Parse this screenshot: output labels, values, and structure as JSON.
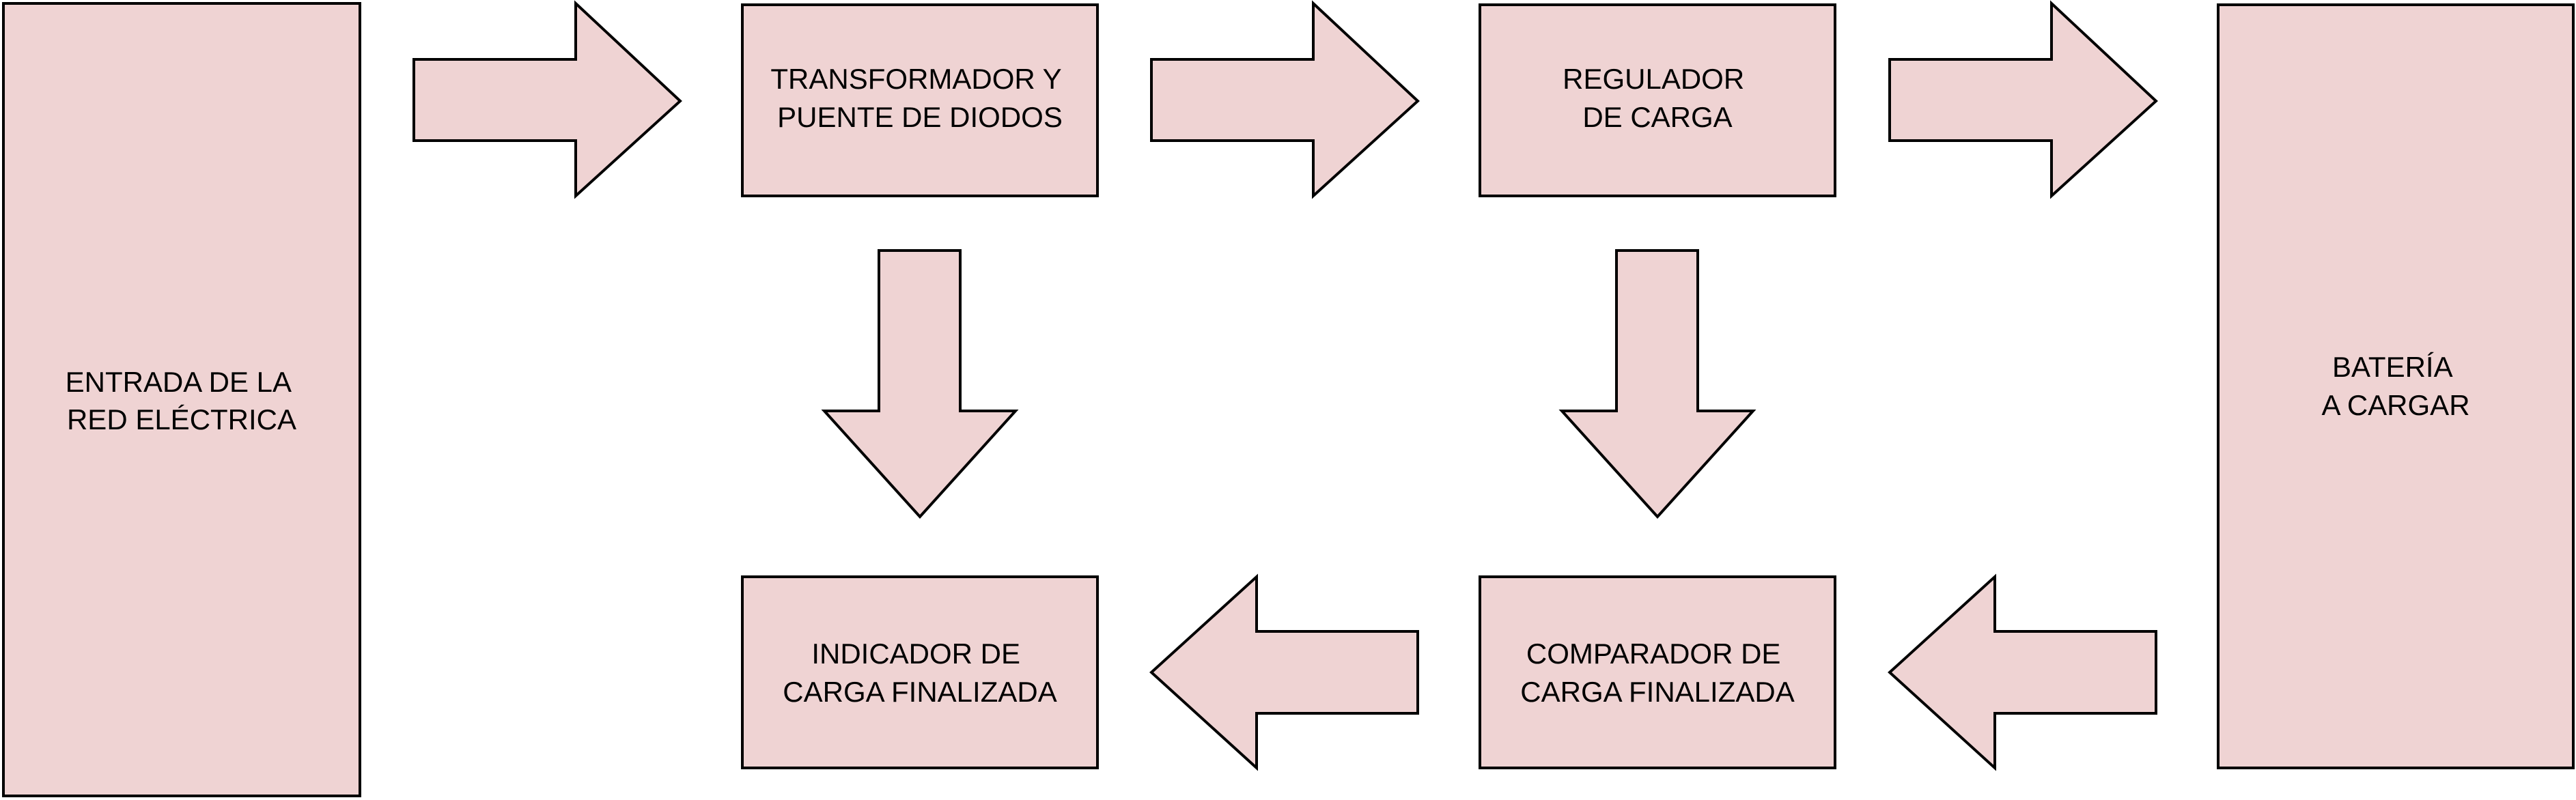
{
  "diagram": {
    "fill_color": "#efd3d3",
    "stroke_color": "#000000",
    "blocks": {
      "grid_input": {
        "lines": [
          "ENTRADA DE LA",
          "RED ELÉCTRICA"
        ]
      },
      "transformer": {
        "lines": [
          "TRANSFORMADOR Y",
          "PUENTE DE DIODOS"
        ]
      },
      "regulator": {
        "lines": [
          "REGULADOR",
          "DE CARGA"
        ]
      },
      "battery": {
        "lines": [
          "BATERÍA",
          "A CARGAR"
        ]
      },
      "indicator": {
        "lines": [
          "INDICADOR DE",
          "CARGA FINALIZADA"
        ]
      },
      "comparator": {
        "lines": [
          "COMPARADOR DE",
          "CARGA FINALIZADA"
        ]
      }
    }
  }
}
